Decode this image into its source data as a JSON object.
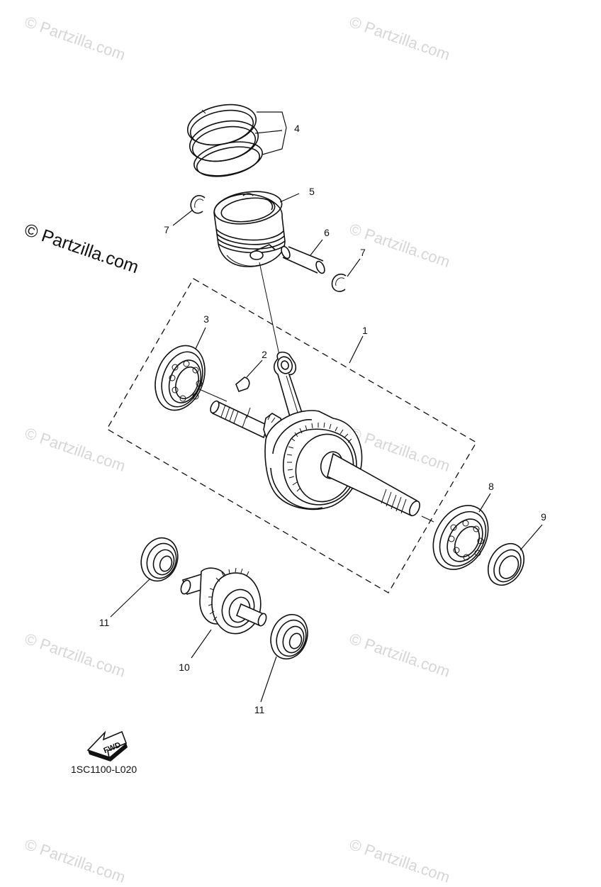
{
  "watermark": {
    "text": "© Partzilla.com",
    "color": "#d6d6d6",
    "featured_color": "#111111"
  },
  "callouts": [
    {
      "id": "1",
      "label": "1"
    },
    {
      "id": "2",
      "label": "2"
    },
    {
      "id": "3",
      "label": "3"
    },
    {
      "id": "4",
      "label": "4"
    },
    {
      "id": "5",
      "label": "5"
    },
    {
      "id": "6",
      "label": "6"
    },
    {
      "id": "7a",
      "label": "7"
    },
    {
      "id": "7b",
      "label": "7"
    },
    {
      "id": "8",
      "label": "8"
    },
    {
      "id": "9",
      "label": "9"
    },
    {
      "id": "10",
      "label": "10"
    },
    {
      "id": "11a",
      "label": "11"
    },
    {
      "id": "11b",
      "label": "11"
    }
  ],
  "direction_badge": {
    "label": "FWD"
  },
  "diagram_code": "1SC1100-L020"
}
